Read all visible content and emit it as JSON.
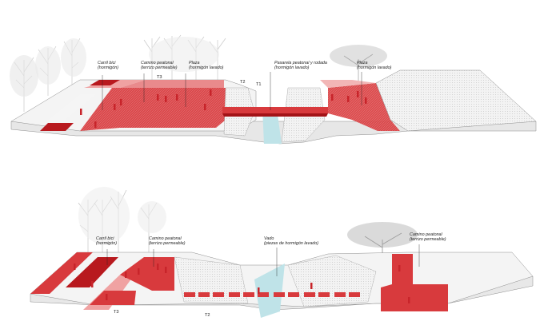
{
  "colors": {
    "red": "#d83a3d",
    "red_light": "#f0a2a2",
    "red_dark": "#b8191e",
    "slab": "#f4f4f4",
    "edge": "#8d8d8d",
    "water": "#bfe3e8"
  },
  "section_top": {
    "labels": [
      {
        "l1": "Carril bici",
        "l2": "(hormigón)"
      },
      {
        "l1": "Camino peatonal",
        "l2": "(terrizo permeable)"
      },
      {
        "l1": "Plaza",
        "l2": "(hormigón lavado)"
      },
      {
        "l1": "Pasarela peatonal y rodada",
        "l2": "(hormigón lavado)"
      },
      {
        "l1": "Plaza",
        "l2": "(hormigón lavado)"
      }
    ],
    "ticks": [
      "T3",
      "T2",
      "T1"
    ]
  },
  "section_bottom": {
    "labels": [
      {
        "l1": "Carril bici",
        "l2": "(hormigón)"
      },
      {
        "l1": "Camino peatonal",
        "l2": "(terrizo permeable)"
      },
      {
        "l1": "Vado",
        "l2": "(piezas de hormigón lavado)"
      },
      {
        "l1": "Camino peatonal",
        "l2": "(terrizo permeable)"
      }
    ],
    "ticks": [
      "T3",
      "T2"
    ]
  }
}
